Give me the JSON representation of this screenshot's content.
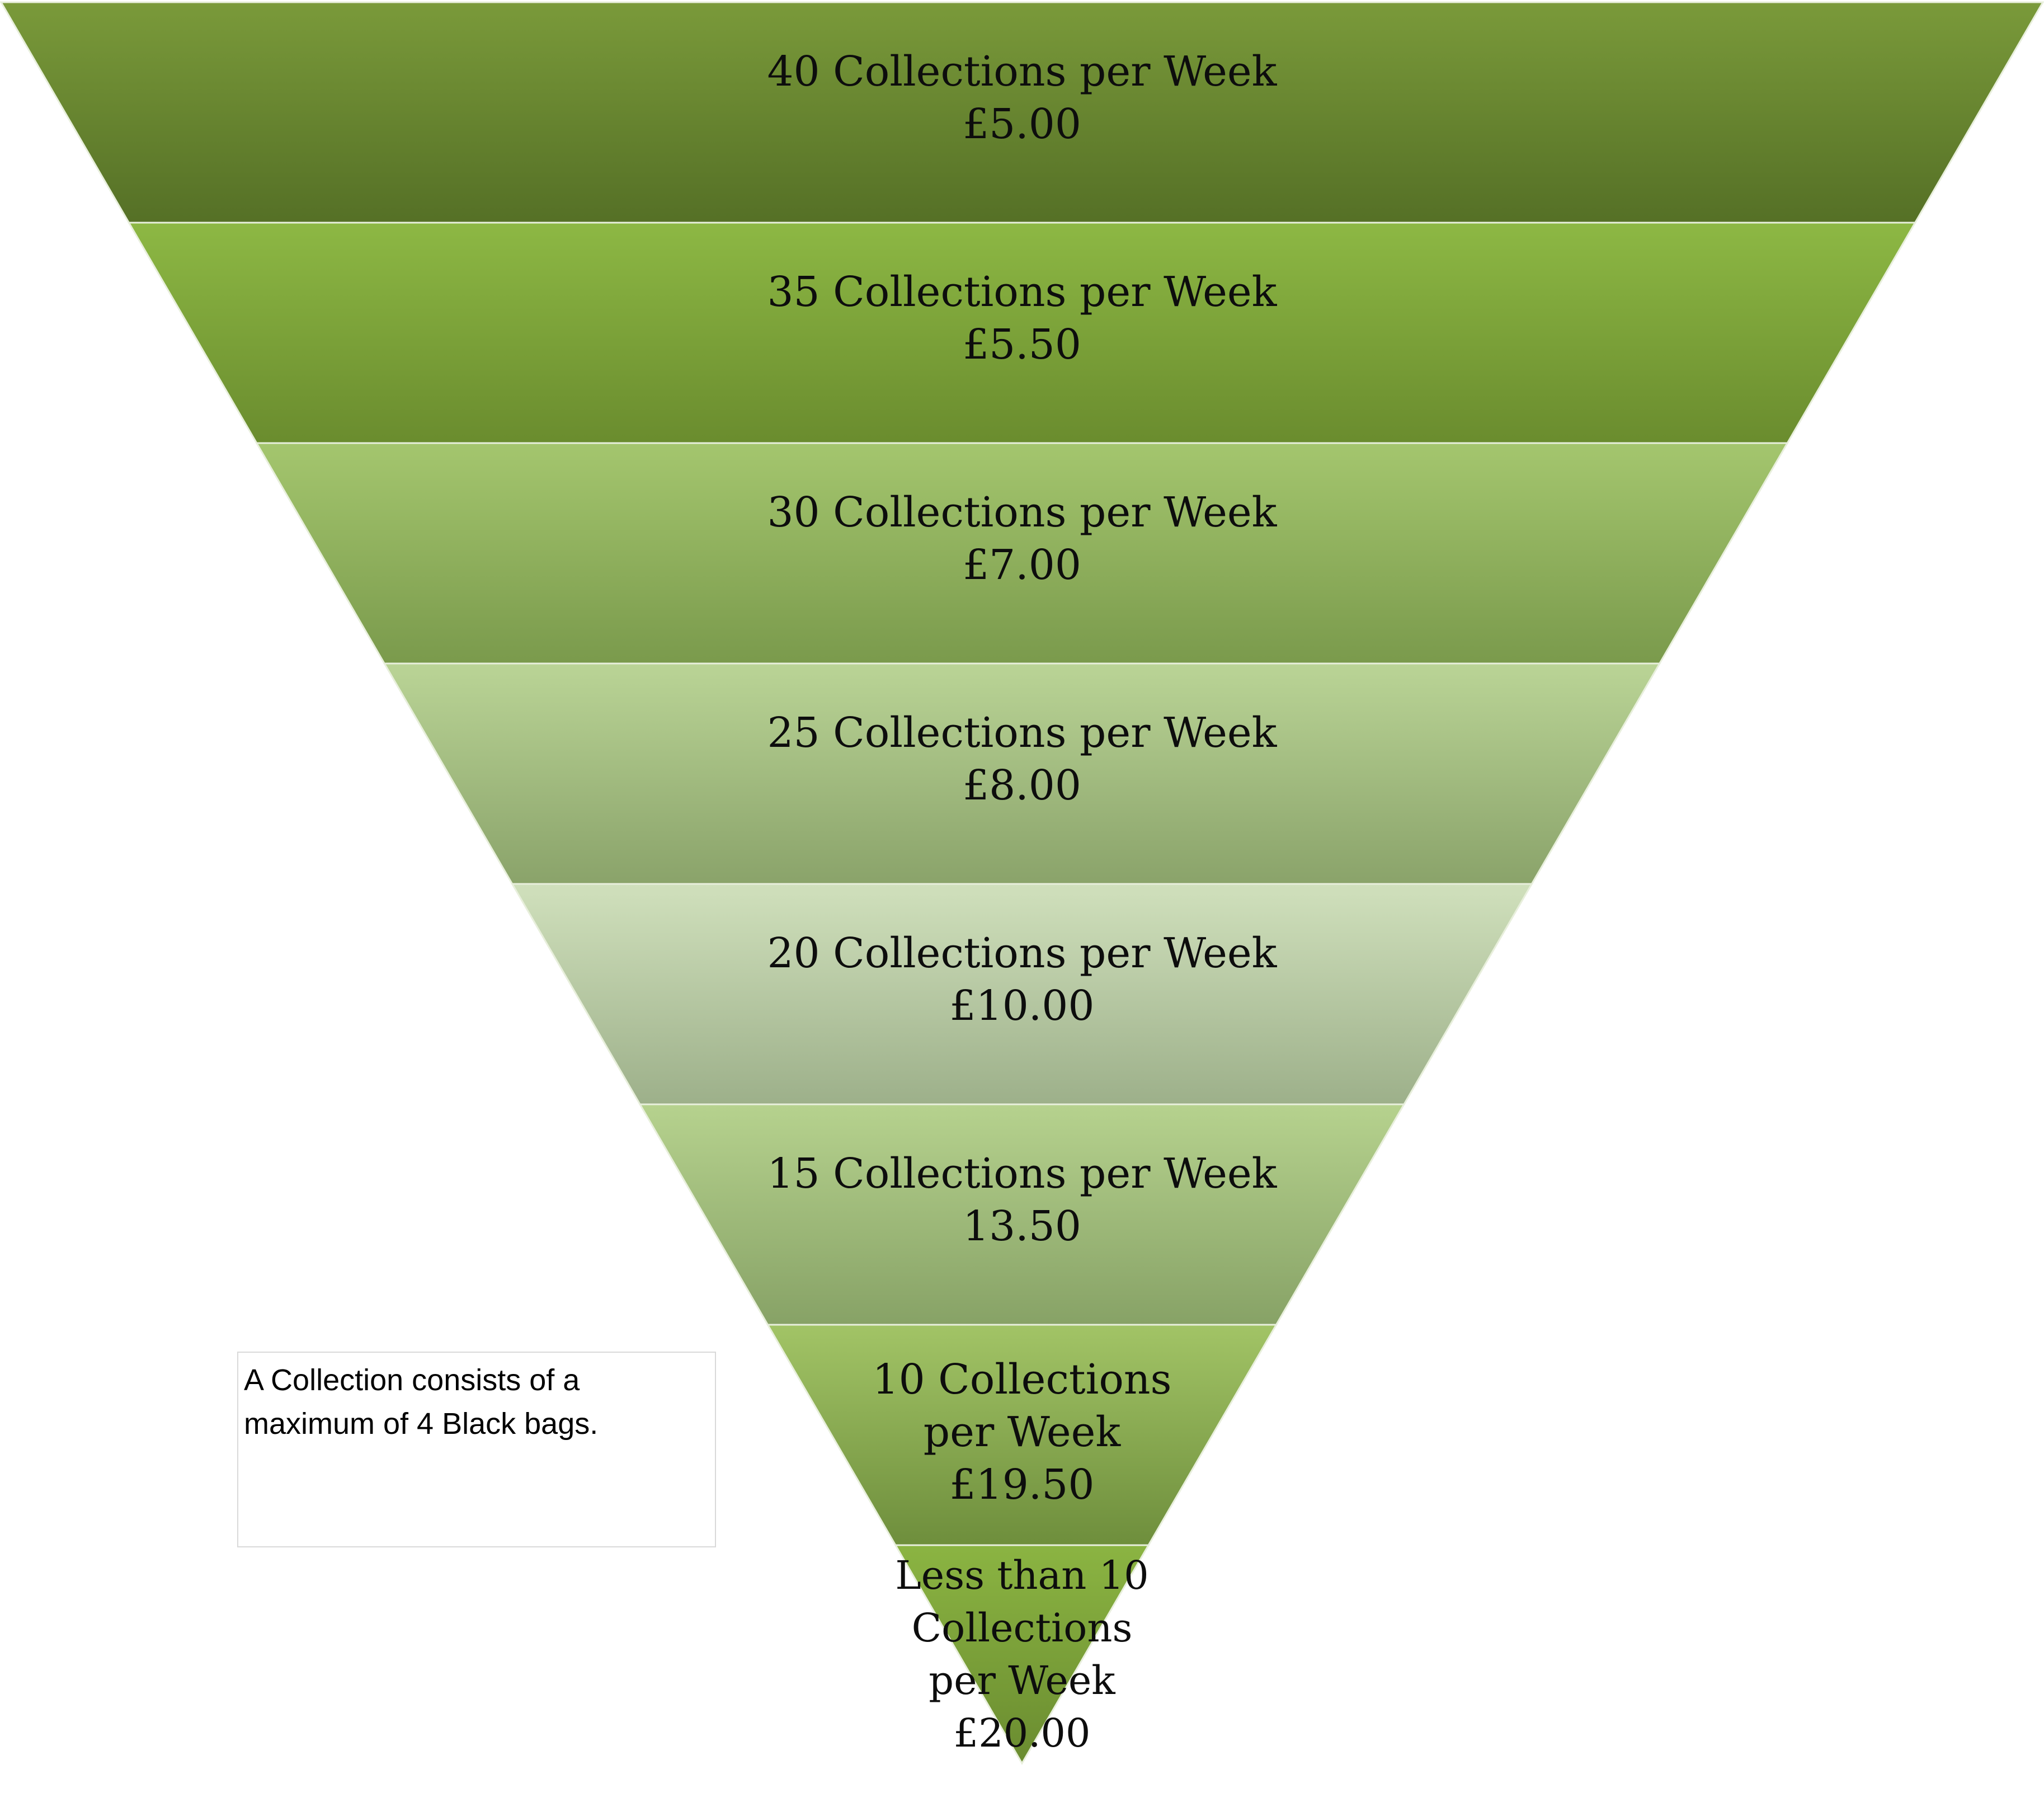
{
  "funnel": {
    "tiers": [
      {
        "lines": [
          "40 Collections per Week",
          "£5.00"
        ],
        "top": "#7a9a3a",
        "bottom": "#557026"
      },
      {
        "lines": [
          "35 Collections per Week",
          "£5.50"
        ],
        "top": "#8db844",
        "bottom": "#6a8c2e"
      },
      {
        "lines": [
          "30 Collections per Week",
          "£7.00"
        ],
        "top": "#a4c66e",
        "bottom": "#7a9a4c"
      },
      {
        "lines": [
          "25 Collections per Week",
          "£8.00"
        ],
        "top": "#bad496",
        "bottom": "#8aa36a"
      },
      {
        "lines": [
          "20 Collections per Week",
          "£10.00"
        ],
        "top": "#d0e0bc",
        "bottom": "#9db08a"
      },
      {
        "lines": [
          "15 Collections per Week",
          "13.50"
        ],
        "top": "#b6d28e",
        "bottom": "#87a266"
      },
      {
        "lines": [
          "10 Collections",
          "per Week",
          "£19.50"
        ],
        "top": "#a2c466",
        "bottom": "#6e8e3c"
      },
      {
        "lines": [
          "Less than 10",
          "Collections",
          "per Week",
          "£20.00"
        ],
        "top": "#8bb442",
        "bottom": "#6a8c30"
      }
    ]
  },
  "note": {
    "text": "A Collection consists of a maximum of 4 Black bags."
  }
}
